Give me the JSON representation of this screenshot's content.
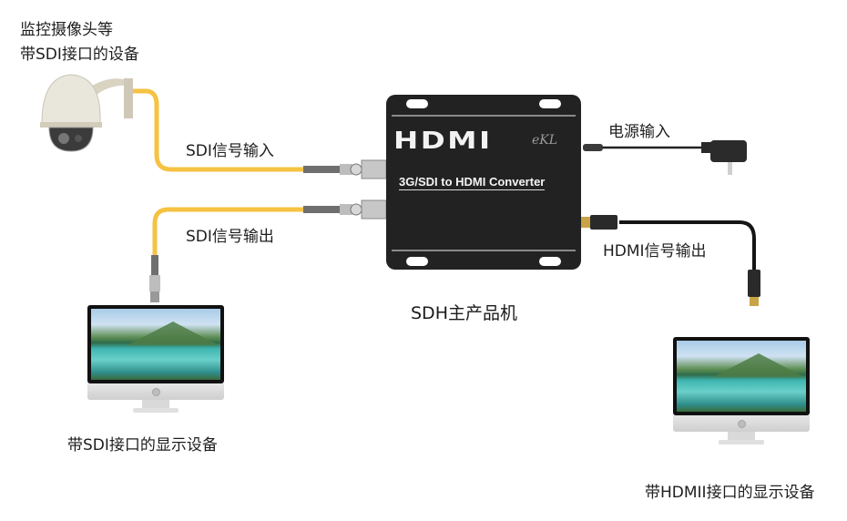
{
  "diagram": {
    "source_device": {
      "label_line1": "监控摄像头等",
      "label_line2": "带SDI接口的设备",
      "icon": "dome-camera-icon"
    },
    "converter": {
      "label": "SDH主产品机",
      "logo": "HDMI",
      "brand": "eKL",
      "model_text": "3G/SDI to HDMI Converter",
      "body_color": "#222222"
    },
    "connections": {
      "sdi_input": "SDI信号输入",
      "sdi_output": "SDI信号输出",
      "power_input": "电源输入",
      "hdmi_output": "HDMI信号输出"
    },
    "sdi_display": {
      "label": "带SDI接口的显示设备",
      "icon": "monitor-icon"
    },
    "hdmi_display": {
      "label": "带HDMII接口的显示设备",
      "icon": "monitor-icon"
    },
    "power_adapter": {
      "icon": "power-adapter-icon"
    },
    "colors": {
      "sdi_cable": "#f5c242",
      "hdmi_cable": "#1a1a1a",
      "text": "#1e1e1e"
    }
  }
}
